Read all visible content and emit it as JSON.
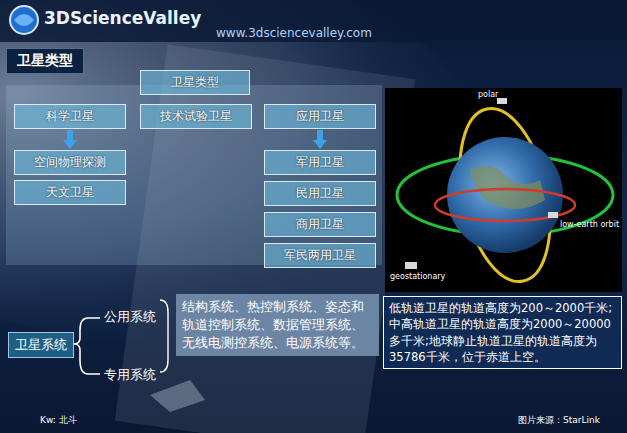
{
  "diagram": {
    "title": "卫星类型",
    "nodes": [
      {
        "text": [
          "卫星类型"
        ]
      },
      {
        "text": [
          "科学卫星"
        ]
      },
      {
        "text": [
          "技术试验卫星"
        ]
      },
      {
        "text": [
          "应用卫星"
        ]
      },
      {
        "text": [
          "空间物理探测"
        ]
      },
      {
        "text": [
          "天文卫星"
        ]
      },
      {
        "text": [
          "军用卫星"
        ]
      },
      {
        "text": [
          "民用卫星"
        ]
      },
      {
        "text": [
          "商用卫星"
        ]
      },
      {
        "text": [
          "军民两用卫星"
        ]
      },
      {
        "text": [
          "卫星系统"
        ]
      },
      {
        "text": [
          "结构系统、热控制系统、姿态和轨道控制系统、数据管理系统、无线电测控系统、电源系统等。"
        ]
      },
      {
        "text": [
          "低轨道卫星的轨道高度为200～2000千米;中高轨道卫星的轨道高度为2000～20000多千米;地球静止轨道卫星的轨道高度为35786千米，位于赤道上空。"
        ]
      }
    ],
    "edges": [
      {
        "from": 1,
        "to": 4,
        "arrow": "to"
      },
      {
        "from": 3,
        "to": 6,
        "arrow": "to"
      }
    ],
    "labels": [
      "3DScienceValley",
      "www.3dsciencevalley.com",
      "polar",
      "low-earth orbit",
      "geostationary",
      "公用系统",
      "专用系统",
      "Kw: 北斗",
      "图片来源：StarLink"
    ]
  }
}
